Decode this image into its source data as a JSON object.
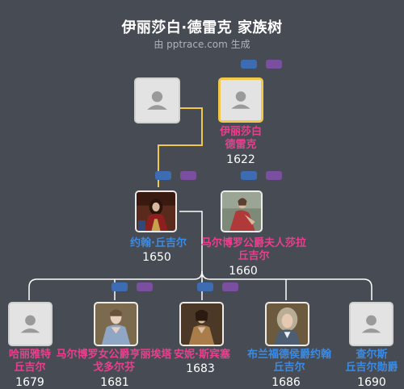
{
  "header": {
    "title": "伊丽莎白·德雷克 家族树",
    "subtitle": "由 pptrace.com 生成"
  },
  "colors": {
    "background": "#474c54",
    "female_name": "#ec3e8e",
    "male_name": "#3a8be6",
    "focus_border": "#f2c84b",
    "line": "#ffffff",
    "focus_line": "#f2c84b"
  },
  "people": {
    "unknown_spouse": {
      "name": "",
      "year": "",
      "photo": "placeholder-avatar-icon"
    },
    "elizabeth": {
      "name": "伊丽莎白\n德雷克",
      "year": "1622",
      "gender": "female"
    },
    "john": {
      "name": "约翰·丘吉尔",
      "year": "1650",
      "gender": "male"
    },
    "sarah": {
      "name": "马尔博罗公爵夫人莎拉\n丘吉尔",
      "year": "1660",
      "gender": "female"
    },
    "harriet": {
      "name": "哈丽雅特\n丘吉尔",
      "year": "1679",
      "gender": "female"
    },
    "henrietta": {
      "name": "马尔博罗女公爵亨丽埃塔\n戈多尔芬",
      "year": "1681",
      "gender": "female"
    },
    "anne": {
      "name": "安妮·斯宾塞",
      "year": "1683",
      "gender": "female"
    },
    "john2": {
      "name": "布兰福德侯爵约翰\n丘吉尔",
      "year": "1686",
      "gender": "male"
    },
    "charles": {
      "name": "查尔斯\n丘吉尔勋爵",
      "year": "1690",
      "gender": "male"
    }
  }
}
